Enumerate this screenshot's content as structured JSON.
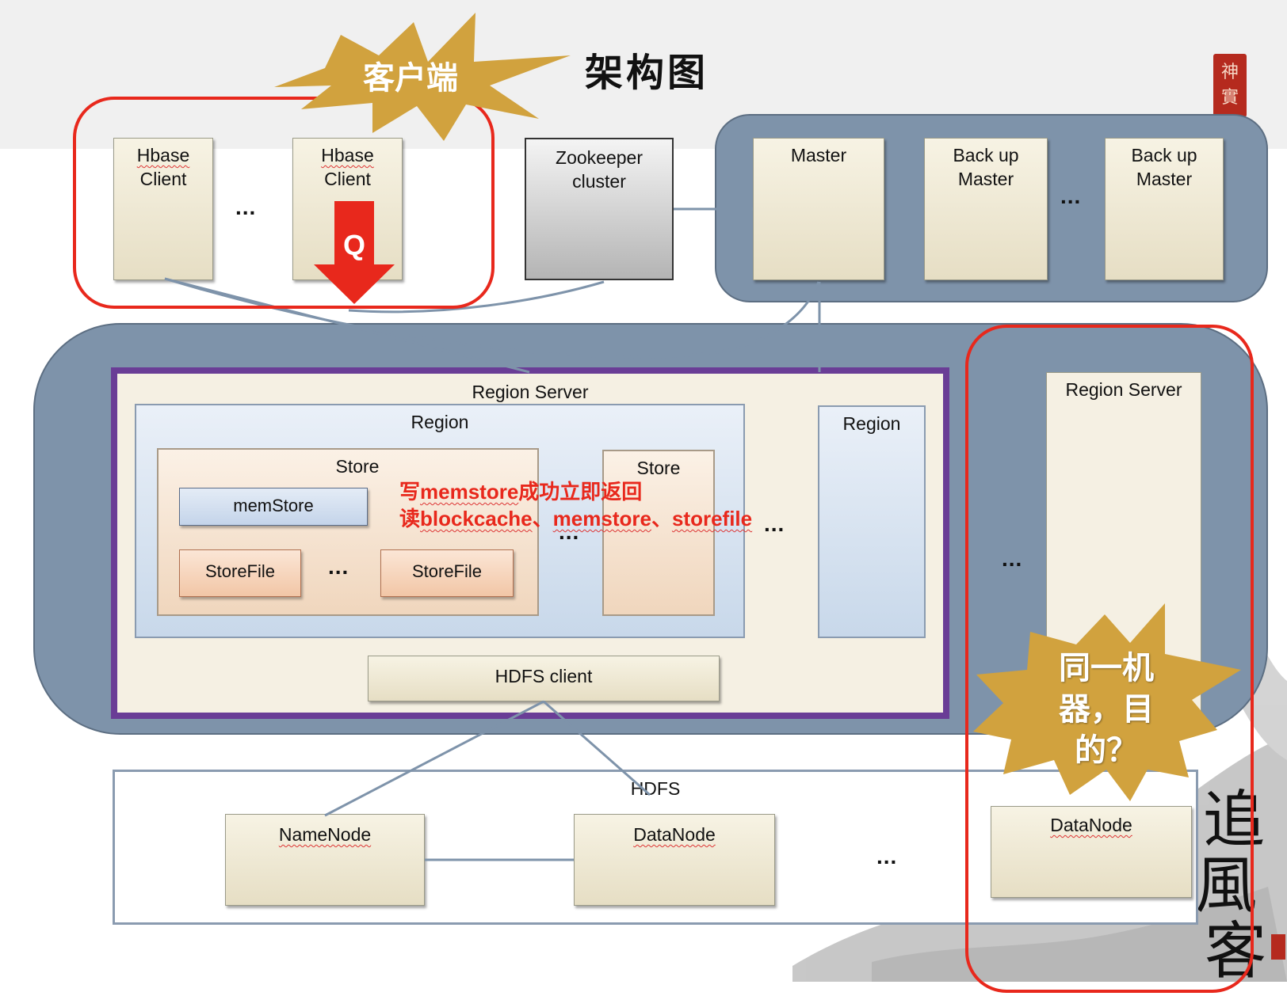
{
  "title": "架构图",
  "client_burst": "客户端",
  "arrow_label": "Q",
  "clients": [
    {
      "line1": "Hbase",
      "line2": "Client"
    },
    {
      "line1": "Hbase",
      "line2": "Client"
    }
  ],
  "ellipsis": "...",
  "zookeeper": {
    "line1": "Zookeeper",
    "line2": "cluster"
  },
  "masters": [
    {
      "line1": "Master",
      "line2": ""
    },
    {
      "line1": "Back up",
      "line2": "Master"
    },
    {
      "line1": "Back up",
      "line2": "Master"
    }
  ],
  "region_server_main": {
    "label": "Region Server",
    "region": {
      "label": "Region",
      "store1": {
        "label": "Store",
        "memstore": "memStore",
        "storefiles": [
          "StoreFile",
          "StoreFile"
        ]
      },
      "store2": {
        "label": "Store"
      }
    },
    "region2": {
      "label": "Region"
    },
    "hdfs_client": "HDFS client"
  },
  "annotation": {
    "line1_prefix": "写",
    "line1_word": "memstore",
    "line1_suffix": "成功立即返回",
    "line2_prefix": "读",
    "line2_word1": "blockcache",
    "sep": "、",
    "line2_word2": "memstore",
    "line2_word3": "storefile"
  },
  "region_server_right": {
    "label": "Region Server"
  },
  "machine_burst": {
    "line1": "同一机",
    "line2": "器，目",
    "line3": "的？"
  },
  "hdfs": {
    "label": "HDFS",
    "namenode": "NameNode",
    "datanode": "DataNode",
    "datanode_right": "DataNode"
  },
  "colors": {
    "highlight_red": "#e8281c",
    "burst_gold": "#d1a23e",
    "panel_grey": "#7e93aa",
    "rs_purple": "#6a3d96"
  }
}
